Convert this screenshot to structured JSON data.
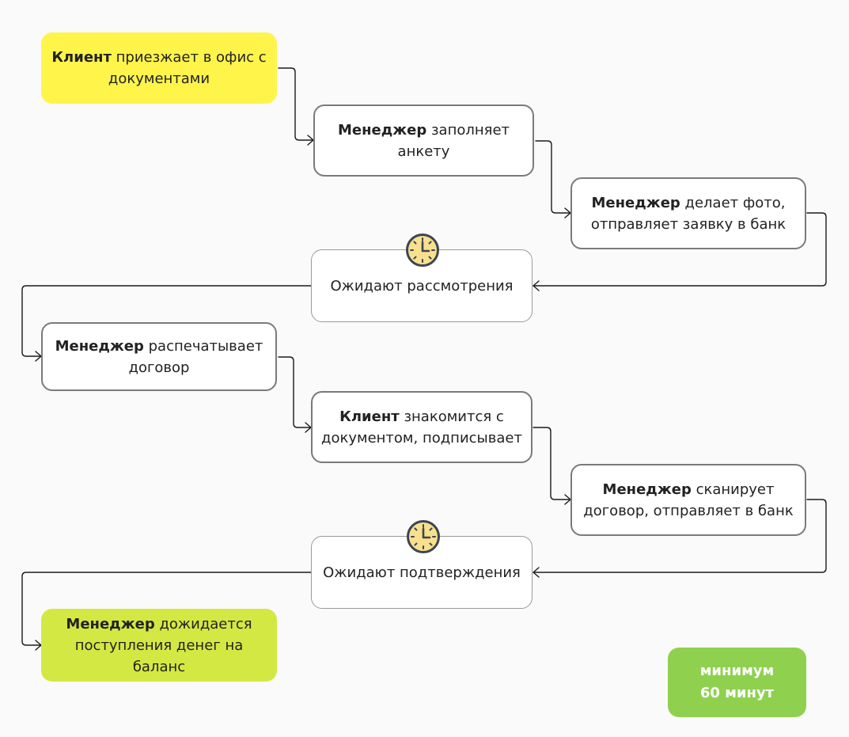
{
  "colors": {
    "start_fill": "#fff44a",
    "end_fill": "#d4e843",
    "badge_fill": "#8fd14f",
    "step_border": "#7a7a7a",
    "wait_border": "#9a9a9a",
    "clock_fill": "#f9e08e",
    "clock_stroke": "#3d4550",
    "connector": "#1a1a1a"
  },
  "flow": {
    "n1": {
      "actor": "Клиент",
      "text": " приезжает в офис с документами"
    },
    "n2": {
      "actor": "Менеджер",
      "text": " заполняет анкету"
    },
    "n3": {
      "actor": "Менеджер",
      "text": " делает фото, отправляет заявку в банк"
    },
    "n4": {
      "text": "Ожидают рассмотрения",
      "icon": "clock-icon"
    },
    "n5": {
      "actor": "Менеджер",
      "text": " распечатывает договор"
    },
    "n6": {
      "actor": "Клиент",
      "text": " знакомится с документом, подписывает"
    },
    "n7": {
      "actor": "Менеджер",
      "text": " сканирует договор, отправляет в банк"
    },
    "n8": {
      "text": "Ожидают подтверждения",
      "icon": "clock-icon"
    },
    "n9": {
      "actor": "Менеджер",
      "text": " дожидается поступления денег на баланс"
    }
  },
  "badge": {
    "line1": "минимум",
    "line2": "60 минут"
  }
}
